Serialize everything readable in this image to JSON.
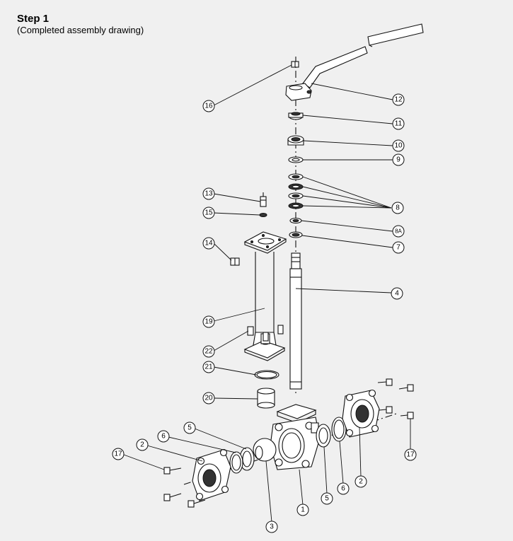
{
  "header": {
    "title": "Step 1",
    "subtitle": "(Completed assembly drawing)"
  },
  "callouts": [
    {
      "id": "c16",
      "label": "16"
    },
    {
      "id": "c12",
      "label": "12"
    },
    {
      "id": "c11",
      "label": "11"
    },
    {
      "id": "c10",
      "label": "10"
    },
    {
      "id": "c9",
      "label": "9"
    },
    {
      "id": "c8",
      "label": "8"
    },
    {
      "id": "c8a",
      "label": "8A"
    },
    {
      "id": "c7",
      "label": "7"
    },
    {
      "id": "c4",
      "label": "4"
    },
    {
      "id": "c13",
      "label": "13"
    },
    {
      "id": "c15",
      "label": "15"
    },
    {
      "id": "c14",
      "label": "14"
    },
    {
      "id": "c19",
      "label": "19"
    },
    {
      "id": "c22",
      "label": "22"
    },
    {
      "id": "c21",
      "label": "21"
    },
    {
      "id": "c20",
      "label": "20"
    },
    {
      "id": "c17a",
      "label": "17"
    },
    {
      "id": "c2a",
      "label": "2"
    },
    {
      "id": "c6a",
      "label": "6"
    },
    {
      "id": "c5a",
      "label": "5"
    },
    {
      "id": "c3",
      "label": "3"
    },
    {
      "id": "c1",
      "label": "1"
    },
    {
      "id": "c5b",
      "label": "5"
    },
    {
      "id": "c6b",
      "label": "6"
    },
    {
      "id": "c2b",
      "label": "2"
    },
    {
      "id": "c17b",
      "label": "17"
    }
  ]
}
